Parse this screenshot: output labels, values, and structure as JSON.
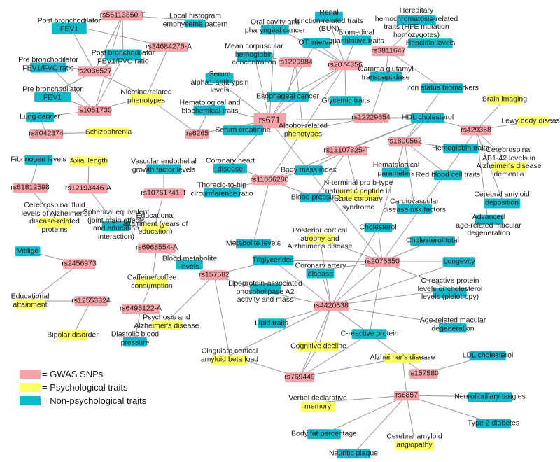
{
  "colors": {
    "snp": "#f4a3a8",
    "psych": "#ffff66",
    "nonpsych": "#12b8c9",
    "edge": "#9a9a9a"
  },
  "legend": [
    {
      "label": "= GWAS SNPs",
      "type": "snp"
    },
    {
      "label": "= Psychological traits",
      "type": "psych"
    },
    {
      "label": "= Non-psychological traits",
      "type": "nonpsych"
    }
  ],
  "nodes": [
    {
      "id": "rs56113850",
      "label": "rs56113850-T",
      "type": "snp"
    },
    {
      "id": "rs34684276",
      "label": "rs34684276-A",
      "type": "snp"
    },
    {
      "id": "rs2036527",
      "label": "rs2036527",
      "type": "snp"
    },
    {
      "id": "rs1051730",
      "label": "rs1051730",
      "type": "snp"
    },
    {
      "id": "rs8042374",
      "label": "rs8042374",
      "type": "snp"
    },
    {
      "id": "rs6265",
      "label": "rs6265",
      "type": "snp"
    },
    {
      "id": "rs61812598",
      "label": "rs61812598",
      "type": "snp"
    },
    {
      "id": "rs12193446",
      "label": "rs12193446-A",
      "type": "snp"
    },
    {
      "id": "rs10761741",
      "label": "rs10761741-T",
      "type": "snp"
    },
    {
      "id": "rs6968554",
      "label": "rs6968554-A",
      "type": "snp"
    },
    {
      "id": "rs6495122",
      "label": "rs6495122-A",
      "type": "snp"
    },
    {
      "id": "rs2456973",
      "label": "rs2456973",
      "type": "snp"
    },
    {
      "id": "rs12553324",
      "label": "rs12553324",
      "type": "snp"
    },
    {
      "id": "rs1229984",
      "label": "rs1229984",
      "type": "snp"
    },
    {
      "id": "rs2074356",
      "label": "rs2074356",
      "type": "snp"
    },
    {
      "id": "rs3811647",
      "label": "rs3811647",
      "type": "snp"
    },
    {
      "id": "rs671",
      "label": "rs671",
      "type": "snp",
      "big": true
    },
    {
      "id": "rs12229654",
      "label": "rs12229654",
      "type": "snp"
    },
    {
      "id": "rs13107325",
      "label": "rs13107325-T",
      "type": "snp"
    },
    {
      "id": "rs1800562",
      "label": "rs1800562",
      "type": "snp"
    },
    {
      "id": "rs429358",
      "label": "rs429358",
      "type": "snp"
    },
    {
      "id": "rs11066280",
      "label": "rs11066280",
      "type": "snp"
    },
    {
      "id": "rs2075650",
      "label": "rs2075650",
      "type": "snp"
    },
    {
      "id": "rs157582",
      "label": "rs157582",
      "type": "snp"
    },
    {
      "id": "rs4420638",
      "label": "rs4420638",
      "type": "snp"
    },
    {
      "id": "rs769449",
      "label": "rs769449",
      "type": "snp"
    },
    {
      "id": "rs157580",
      "label": "rs157580",
      "type": "snp"
    },
    {
      "id": "rs6857",
      "label": "rs6857",
      "type": "snp"
    },
    {
      "id": "post_fev1",
      "label": "Post bronchodilator\nFEV1",
      "type": "nonpsych"
    },
    {
      "id": "local_hist",
      "label": "Local histogram\nemphysema pattern",
      "type": "nonpsych"
    },
    {
      "id": "post_fev1fvc",
      "label": "Post bronchodilator\nFEV1/FVC ratio",
      "type": "nonpsych"
    },
    {
      "id": "pre_fev1fvc",
      "label": "Pre bronchodilator\nFEV1/FVC ratio",
      "type": "nonpsych"
    },
    {
      "id": "pre_fev1",
      "label": "Pre bronchodilator\nFEV1",
      "type": "nonpsych"
    },
    {
      "id": "lung_cancer",
      "label": "Lung cancer",
      "type": "nonpsych"
    },
    {
      "id": "nicotine",
      "label": "Nicotine-related\nphenotypes",
      "type": "psych"
    },
    {
      "id": "schizo",
      "label": "Schizophrenia",
      "type": "psych"
    },
    {
      "id": "fibrinogen",
      "label": "Fibrinogen levels",
      "type": "nonpsych"
    },
    {
      "id": "axial",
      "label": "Axial length",
      "type": "psych"
    },
    {
      "id": "vegf",
      "label": "Vascular endothelial\ngrowth factor levels",
      "type": "nonpsych"
    },
    {
      "id": "csf_alz",
      "label": "Cerebrospinal fluid\nlevels of Alzheimer's\ndisease-related\nproteins",
      "type": "psych"
    },
    {
      "id": "spherical",
      "label": "Spherical equivalent\n(joint main effects\nand education\ninteraction)",
      "type": "nonpsych"
    },
    {
      "id": "edu_years",
      "label": "Educational\nattainment (years of\neducation)",
      "type": "psych"
    },
    {
      "id": "vitiligo",
      "label": "Vitiligo",
      "type": "nonpsych"
    },
    {
      "id": "edu_att",
      "label": "Educational\nattainment",
      "type": "psych"
    },
    {
      "id": "bipolar",
      "label": "Bipolar disorder",
      "type": "psych"
    },
    {
      "id": "caffeine",
      "label": "Caffeine/coffee\nconsumption",
      "type": "psych"
    },
    {
      "id": "blood_metab",
      "label": "Blood metabolite\nlevels",
      "type": "nonpsych"
    },
    {
      "id": "diastolic",
      "label": "Diastolic blood\npressure",
      "type": "nonpsych"
    },
    {
      "id": "renal",
      "label": "Renal\nfunction-related traits\n(BUN)",
      "type": "nonpsych"
    },
    {
      "id": "hemochrom",
      "label": "Hereditary\nhemochromatosis-related\ntraits (HFE mutation\nhomozygotes)",
      "type": "nonpsych"
    },
    {
      "id": "oral_cancer",
      "label": "Oral cavity and\npharyngeal cancer",
      "type": "nonpsych"
    },
    {
      "id": "biomed",
      "label": "Biomedical\nquantitative traits",
      "type": "nonpsych"
    },
    {
      "id": "qt",
      "label": "QT interval",
      "type": "nonpsych"
    },
    {
      "id": "hepcidin",
      "label": "Hepcidin levels",
      "type": "nonpsych"
    },
    {
      "id": "mch",
      "label": "Mean corpuscular\nhemoglobin\nconcentration",
      "type": "nonpsych"
    },
    {
      "id": "ggt",
      "label": "Gamma glutamyl\ntranspeptidase",
      "type": "nonpsych"
    },
    {
      "id": "serum_a1at",
      "label": "Serum\nalpha1-antitrypsin\nlevels",
      "type": "nonpsych"
    },
    {
      "id": "iron",
      "label": "Iron status biomarkers",
      "type": "nonpsych"
    },
    {
      "id": "esoph",
      "label": "Esophageal cancer",
      "type": "nonpsych"
    },
    {
      "id": "brain_img",
      "label": "Brain imaging",
      "type": "psych"
    },
    {
      "id": "hemat_bio",
      "label": "Hematological and\nbiochemical traits",
      "type": "nonpsych"
    },
    {
      "id": "glycemic",
      "label": "Glycemic traits",
      "type": "nonpsych"
    },
    {
      "id": "hdl",
      "label": "HDL cholesterol",
      "type": "nonpsych"
    },
    {
      "id": "lewy",
      "label": "Lewy body disease",
      "type": "psych"
    },
    {
      "id": "serum_creat",
      "label": "Serum creatinine",
      "type": "nonpsych"
    },
    {
      "id": "alcohol",
      "label": "Alcohol-related\nphenotypes",
      "type": "psych"
    },
    {
      "id": "hemoglobin",
      "label": "Hemoglobin traits",
      "type": "nonpsych"
    },
    {
      "id": "csf_ab",
      "label": "Cerebrospinal\nAB1-42 levels in\nAlzheimer's disease\ndementia",
      "type": "psych"
    },
    {
      "id": "hemat_param",
      "label": "Hematological\nparameters",
      "type": "nonpsych"
    },
    {
      "id": "chd",
      "label": "Coronary heart\ndisease",
      "type": "nonpsych"
    },
    {
      "id": "bmi",
      "label": "Body mass index",
      "type": "nonpsych"
    },
    {
      "id": "rbc",
      "label": "Red blood cell traits",
      "type": "nonpsych"
    },
    {
      "id": "thoracic",
      "label": "Thoracic-to-hip\ncircumference ratio",
      "type": "nonpsych"
    },
    {
      "id": "ntprobnp",
      "label": "N-terminal pro b-type\nnatriuretic peptide in\nacute coronary\nsyndrome",
      "type": "psych"
    },
    {
      "id": "cerebral_amy",
      "label": "Cerebral amyloid\ndeposition",
      "type": "nonpsych"
    },
    {
      "id": "blood_pressure",
      "label": "Blood pressure",
      "type": "nonpsych"
    },
    {
      "id": "cvd_risk",
      "label": "Cardiovascular\ndisease risk factors",
      "type": "nonpsych"
    },
    {
      "id": "amd_adv",
      "label": "Advanced\nage-related macular\ndegeneration",
      "type": "nonpsych"
    },
    {
      "id": "cholesterol",
      "label": "Cholesterol",
      "type": "nonpsych"
    },
    {
      "id": "pca",
      "label": "Posterior cortical\natrophy and\nAlzheimer's disease",
      "type": "psych"
    },
    {
      "id": "chol_total",
      "label": "Cholesterol,total",
      "type": "nonpsych"
    },
    {
      "id": "metabolite",
      "label": "Metabolite levels",
      "type": "nonpsych"
    },
    {
      "id": "triglycerides",
      "label": "Triglycerides",
      "type": "nonpsych"
    },
    {
      "id": "cad",
      "label": "Coronary artery\ndisease",
      "type": "nonpsych"
    },
    {
      "id": "longevity",
      "label": "Longevity",
      "type": "nonpsych"
    },
    {
      "id": "lppla2",
      "label": "Lipoprotein-associated\nphospholipase A2\nactivity and mass",
      "type": "nonpsych"
    },
    {
      "id": "crp_chol",
      "label": "C-reactive protein\nlevels or cholesterol\nlevels (pleiotropy)",
      "type": "nonpsych"
    },
    {
      "id": "psychosis",
      "label": "Psychosis and\nAlzheimer's disease",
      "type": "psych"
    },
    {
      "id": "lipid",
      "label": "Lipid traits",
      "type": "nonpsych"
    },
    {
      "id": "amd",
      "label": "Age-related macular\ndegeneration",
      "type": "nonpsych"
    },
    {
      "id": "crp",
      "label": "C-reactive protein",
      "type": "nonpsych"
    },
    {
      "id": "cognitive",
      "label": "Cognitive decline",
      "type": "psych"
    },
    {
      "id": "cingulate",
      "label": "Cingulate cortical\namyloid beta load",
      "type": "psych"
    },
    {
      "id": "alzheimers",
      "label": "Alzheimer's disease",
      "type": "psych"
    },
    {
      "id": "ldl",
      "label": "LDL cholesterol",
      "type": "nonpsych"
    },
    {
      "id": "verbal",
      "label": "Verbal declarative\nmemory",
      "type": "psych"
    },
    {
      "id": "neurofib",
      "label": "Neurofibrillary tangles",
      "type": "nonpsych"
    },
    {
      "id": "t2d",
      "label": "Type 2 diabetes",
      "type": "nonpsych"
    },
    {
      "id": "body_fat",
      "label": "Body fat percentage",
      "type": "nonpsych"
    },
    {
      "id": "caa",
      "label": "Cerebral amyloid\nangiopathy",
      "type": "psych"
    },
    {
      "id": "neuritic",
      "label": "Neuritic plaque",
      "type": "nonpsych"
    }
  ],
  "edges": [
    [
      "rs56113850",
      "post_fev1"
    ],
    [
      "rs56113850",
      "local_hist"
    ],
    [
      "rs56113850",
      "post_fev1fvc"
    ],
    [
      "rs56113850",
      "rs2036527"
    ],
    [
      "rs56113850",
      "rs1051730"
    ],
    [
      "rs34684276",
      "post_fev1fvc"
    ],
    [
      "rs34684276",
      "post_fev1"
    ],
    [
      "rs34684276",
      "nicotine"
    ],
    [
      "rs2036527",
      "post_fev1"
    ],
    [
      "rs2036527",
      "pre_fev1fvc"
    ],
    [
      "rs2036527",
      "pre_fev1"
    ],
    [
      "rs2036527",
      "post_fev1fvc"
    ],
    [
      "rs2036527",
      "nicotine"
    ],
    [
      "rs1051730",
      "pre_fev1fvc"
    ],
    [
      "rs1051730",
      "pre_fev1"
    ],
    [
      "rs1051730",
      "lung_cancer"
    ],
    [
      "rs1051730",
      "nicotine"
    ],
    [
      "rs1051730",
      "post_fev1fvc"
    ],
    [
      "rs8042374",
      "lung_cancer"
    ],
    [
      "rs8042374",
      "schizo"
    ],
    [
      "rs6265",
      "nicotine"
    ],
    [
      "rs6265",
      "hemat_bio"
    ],
    [
      "rs6265",
      "rs671"
    ],
    [
      "rs61812598",
      "fibrinogen"
    ],
    [
      "rs61812598",
      "csf_alz"
    ],
    [
      "rs12193446",
      "axial"
    ],
    [
      "rs12193446",
      "spherical"
    ],
    [
      "rs10761741",
      "vegf"
    ],
    [
      "rs10761741",
      "edu_years"
    ],
    [
      "rs6968554",
      "caffeine"
    ],
    [
      "rs6968554",
      "blood_metab"
    ],
    [
      "rs6495122",
      "caffeine"
    ],
    [
      "rs6495122",
      "diastolic"
    ],
    [
      "rs2456973",
      "vitiligo"
    ],
    [
      "rs2456973",
      "edu_att"
    ],
    [
      "rs12553324",
      "edu_att"
    ],
    [
      "rs12553324",
      "bipolar"
    ],
    [
      "rs1229984",
      "mch"
    ],
    [
      "rs1229984",
      "esoph"
    ],
    [
      "rs1229984",
      "alcohol"
    ],
    [
      "rs2074356",
      "renal"
    ],
    [
      "rs2074356",
      "oral_cancer"
    ],
    [
      "rs2074356",
      "biomed"
    ],
    [
      "rs2074356",
      "qt"
    ],
    [
      "rs2074356",
      "ggt"
    ],
    [
      "rs2074356",
      "esoph"
    ],
    [
      "rs2074356",
      "alcohol"
    ],
    [
      "rs2074356",
      "glycemic"
    ],
    [
      "rs2074356",
      "rs671"
    ],
    [
      "rs3811647",
      "hemochrom"
    ],
    [
      "rs3811647",
      "hepcidin"
    ],
    [
      "rs3811647",
      "ggt"
    ],
    [
      "rs3811647",
      "iron"
    ],
    [
      "rs671",
      "serum_a1at"
    ],
    [
      "rs671",
      "mch"
    ],
    [
      "rs671",
      "hemat_bio"
    ],
    [
      "rs671",
      "esoph"
    ],
    [
      "rs671",
      "serum_creat"
    ],
    [
      "rs671",
      "alcohol"
    ],
    [
      "rs671",
      "chd"
    ],
    [
      "rs671",
      "oral_cancer"
    ],
    [
      "rs671",
      "qt"
    ],
    [
      "rs671",
      "hdl"
    ],
    [
      "rs671",
      "bmi"
    ],
    [
      "rs12229654",
      "hdl"
    ],
    [
      "rs12229654",
      "alcohol"
    ],
    [
      "rs12229654",
      "ggt"
    ],
    [
      "rs13107325",
      "hdl"
    ],
    [
      "rs13107325",
      "bmi"
    ],
    [
      "rs13107325",
      "blood_pressure"
    ],
    [
      "rs13107325",
      "ntprobnp"
    ],
    [
      "rs1800562",
      "hdl"
    ],
    [
      "rs1800562",
      "iron"
    ],
    [
      "rs1800562",
      "hemoglobin"
    ],
    [
      "rs1800562",
      "hemat_param"
    ],
    [
      "rs1800562",
      "rbc"
    ],
    [
      "rs1800562",
      "cvd_risk"
    ],
    [
      "rs1800562",
      "cholesterol"
    ],
    [
      "rs429358",
      "hdl"
    ],
    [
      "rs429358",
      "brain_img"
    ],
    [
      "rs429358",
      "lewy"
    ],
    [
      "rs429358",
      "csf_ab"
    ],
    [
      "rs429358",
      "cerebral_amy"
    ],
    [
      "rs429358",
      "amd_adv"
    ],
    [
      "rs429358",
      "rs2075650"
    ],
    [
      "rs11066280",
      "chd"
    ],
    [
      "rs11066280",
      "thoracic"
    ],
    [
      "rs11066280",
      "bmi"
    ],
    [
      "rs11066280",
      "blood_pressure"
    ],
    [
      "rs11066280",
      "metabolite"
    ],
    [
      "rs11066280",
      "hdl"
    ],
    [
      "rs11066280",
      "alcohol"
    ],
    [
      "rs2075650",
      "pca"
    ],
    [
      "rs2075650",
      "cholesterol"
    ],
    [
      "rs2075650",
      "chol_total"
    ],
    [
      "rs2075650",
      "longevity"
    ],
    [
      "rs2075650",
      "triglycerides"
    ],
    [
      "rs2075650",
      "cad"
    ],
    [
      "rs2075650",
      "crp_chol"
    ],
    [
      "rs2075650",
      "bmi"
    ],
    [
      "rs2075650",
      "rs4420638"
    ],
    [
      "rs2075650",
      "crp"
    ],
    [
      "rs157582",
      "triglycerides"
    ],
    [
      "rs157582",
      "psychosis"
    ],
    [
      "rs157582",
      "cingulate"
    ],
    [
      "rs157582",
      "lppla2"
    ],
    [
      "rs4420638",
      "lppla2"
    ],
    [
      "rs4420638",
      "cad"
    ],
    [
      "rs4420638",
      "lipid"
    ],
    [
      "rs4420638",
      "crp"
    ],
    [
      "rs4420638",
      "amd"
    ],
    [
      "rs4420638",
      "cognitive"
    ],
    [
      "rs4420638",
      "alzheimers"
    ],
    [
      "rs4420638",
      "longevity"
    ],
    [
      "rs4420638",
      "cingulate"
    ],
    [
      "rs4420638",
      "triglycerides"
    ],
    [
      "rs4420638",
      "crp_chol"
    ],
    [
      "rs4420638",
      "pca"
    ],
    [
      "rs4420638",
      "cholesterol"
    ],
    [
      "rs4420638",
      "rs769449"
    ],
    [
      "rs769449",
      "cingulate"
    ],
    [
      "rs769449",
      "cognitive"
    ],
    [
      "rs769449",
      "alzheimers"
    ],
    [
      "rs769449",
      "crp"
    ],
    [
      "rs157580",
      "alzheimers"
    ],
    [
      "rs157580",
      "ldl"
    ],
    [
      "rs6857",
      "verbal"
    ],
    [
      "rs6857",
      "neurofib"
    ],
    [
      "rs6857",
      "t2d"
    ],
    [
      "rs6857",
      "body_fat"
    ],
    [
      "rs6857",
      "caa"
    ],
    [
      "rs6857",
      "neuritic"
    ],
    [
      "rs6857",
      "alzheimers"
    ]
  ]
}
